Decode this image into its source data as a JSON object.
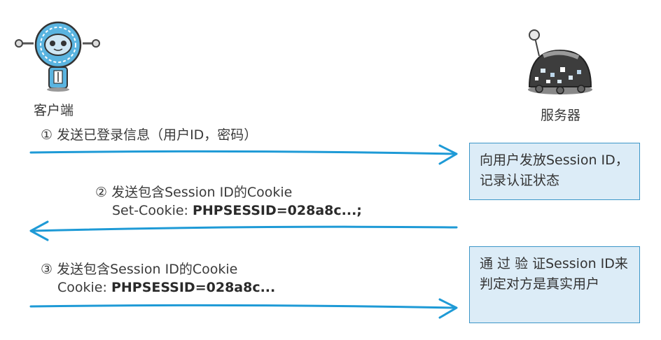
{
  "client": {
    "label": "客户端"
  },
  "server": {
    "label": "服务器"
  },
  "steps": [
    {
      "line1": "① 发送已登录信息（用户ID，密码）"
    },
    {
      "line1": "② 发送包含Session ID的Cookie",
      "line2_prefix": "Set-Cookie: ",
      "line2_value": "PHPSESSID=028a8c...;"
    },
    {
      "line1": "③ 发送包含Session ID的Cookie",
      "line2_prefix": "Cookie: ",
      "line2_value": "PHPSESSID=028a8c..."
    }
  ],
  "notes": [
    {
      "text": "向用户发放Session ID，记录认证状态"
    },
    {
      "text": "通 过 验 证Session ID来判定对方是真实用户"
    }
  ],
  "colors": {
    "arrow": "#1e9ad6",
    "note_fill": "#dcecf7",
    "note_border": "#3c96c8"
  }
}
